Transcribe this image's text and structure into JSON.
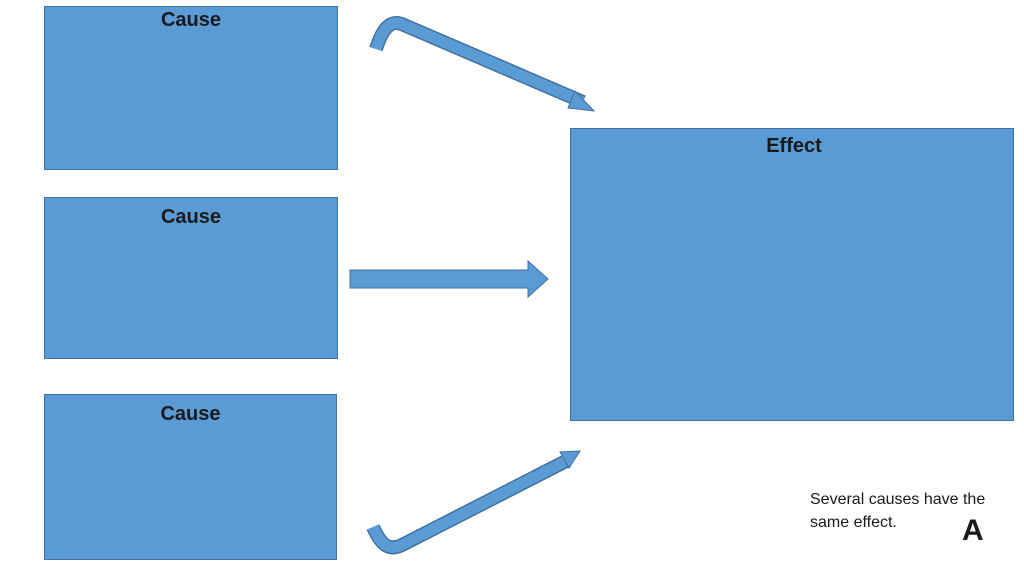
{
  "boxes": {
    "cause_1": "Cause",
    "cause_2": "Cause",
    "cause_3": "Cause",
    "effect": "Effect"
  },
  "caption": "Several causes have the same effect.",
  "panel_letter": "A",
  "colors": {
    "box_fill": "#5b9bd5",
    "box_border": "#41719c",
    "arrow_fill": "#5b9bd5"
  }
}
